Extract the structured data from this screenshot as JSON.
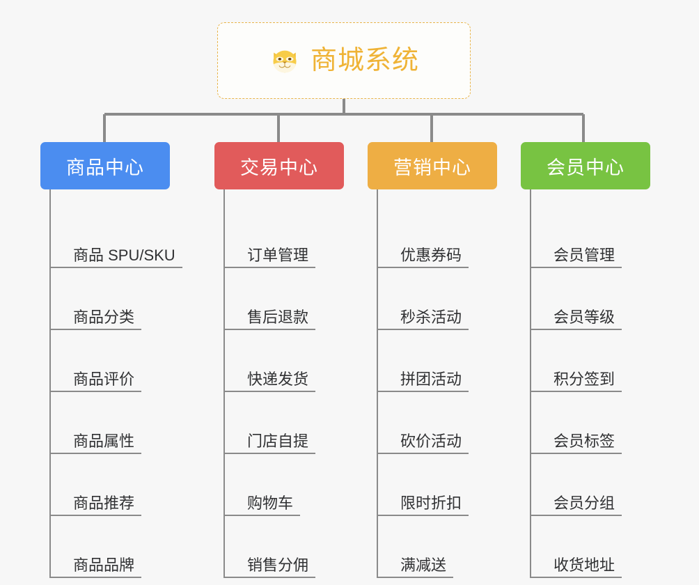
{
  "background_color": "#f7f7f7",
  "root": {
    "title": "商城系统",
    "icon": "shiba-dog-face-icon",
    "text_color": "#efb336",
    "border_color": "#e8b44a",
    "background_color": "#fdfdfb"
  },
  "connector_color": "#8a8a8a",
  "branches": [
    {
      "label": "商品中心",
      "color": "#4b8df0",
      "items": [
        "商品 SPU/SKU",
        "商品分类",
        "商品评价",
        "商品属性",
        "商品推荐",
        "商品品牌"
      ]
    },
    {
      "label": "交易中心",
      "color": "#e15b5b",
      "items": [
        "订单管理",
        "售后退款",
        "快递发货",
        "门店自提",
        "购物车",
        "销售分佣"
      ]
    },
    {
      "label": "营销中心",
      "color": "#eeae44",
      "items": [
        "优惠券码",
        "秒杀活动",
        "拼团活动",
        "砍价活动",
        "限时折扣",
        "满减送"
      ]
    },
    {
      "label": "会员中心",
      "color": "#78c342",
      "items": [
        "会员管理",
        "会员等级",
        "积分签到",
        "会员标签",
        "会员分组",
        "收货地址"
      ]
    }
  ]
}
